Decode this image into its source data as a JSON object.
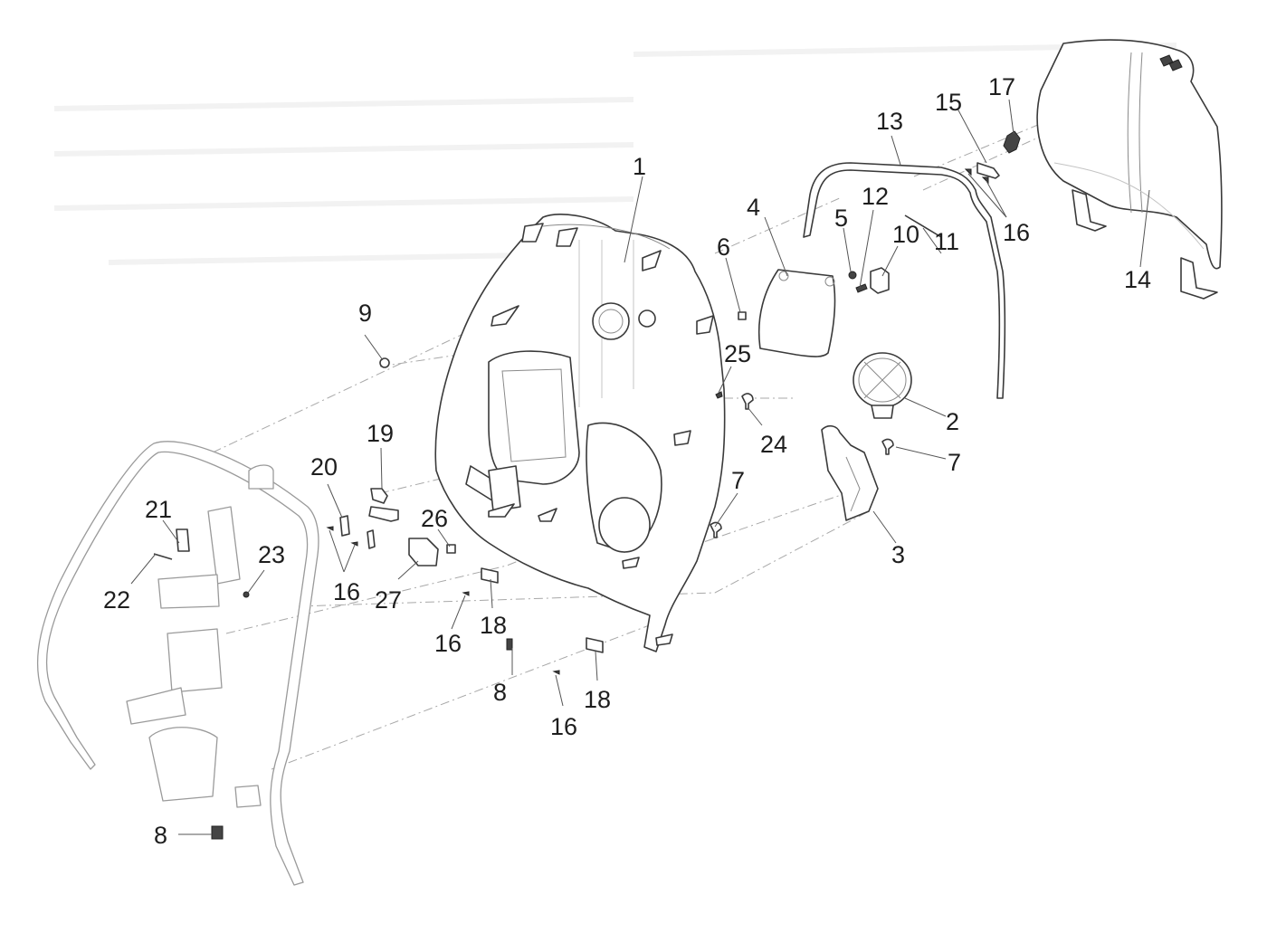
{
  "diagram": {
    "title": "Exploded parts view - front shield / leg shield assembly",
    "callouts": [
      {
        "id": "c1",
        "label": "1",
        "part": "rear-leg-shield"
      },
      {
        "id": "c2",
        "label": "2",
        "part": "round-grille-cover"
      },
      {
        "id": "c3",
        "label": "3",
        "part": "glove-box-compartment"
      },
      {
        "id": "c4",
        "label": "4",
        "part": "storage-lid"
      },
      {
        "id": "c5",
        "label": "5",
        "part": "nut"
      },
      {
        "id": "c6",
        "label": "6",
        "part": "clip-nut"
      },
      {
        "id": "c7a",
        "label": "7",
        "part": "screw"
      },
      {
        "id": "c7b",
        "label": "7",
        "part": "screw"
      },
      {
        "id": "c8a",
        "label": "8",
        "part": "spring-clip"
      },
      {
        "id": "c8b",
        "label": "8",
        "part": "spring-clip"
      },
      {
        "id": "c9",
        "label": "9",
        "part": "nut"
      },
      {
        "id": "c10",
        "label": "10",
        "part": "lid-lock"
      },
      {
        "id": "c11",
        "label": "11",
        "part": "pin"
      },
      {
        "id": "c12",
        "label": "12",
        "part": "spring"
      },
      {
        "id": "c13",
        "label": "13",
        "part": "edge-trim"
      },
      {
        "id": "c14",
        "label": "14",
        "part": "front-shield"
      },
      {
        "id": "c15",
        "label": "15",
        "part": "bracket"
      },
      {
        "id": "c16a",
        "label": "16",
        "part": "screw"
      },
      {
        "id": "c16b",
        "label": "16",
        "part": "screw"
      },
      {
        "id": "c16c",
        "label": "16",
        "part": "screw"
      },
      {
        "id": "c16d",
        "label": "16",
        "part": "screw"
      },
      {
        "id": "c17",
        "label": "17",
        "part": "lock-cylinder"
      },
      {
        "id": "c18a",
        "label": "18",
        "part": "clip"
      },
      {
        "id": "c18b",
        "label": "18",
        "part": "clip"
      },
      {
        "id": "c19",
        "label": "19",
        "part": "bracket"
      },
      {
        "id": "c20",
        "label": "20",
        "part": "clip"
      },
      {
        "id": "c21",
        "label": "21",
        "part": "hook"
      },
      {
        "id": "c22",
        "label": "22",
        "part": "screw"
      },
      {
        "id": "c23",
        "label": "23",
        "part": "nut"
      },
      {
        "id": "c24",
        "label": "24",
        "part": "screw"
      },
      {
        "id": "c25",
        "label": "25",
        "part": "screw"
      },
      {
        "id": "c26",
        "label": "26",
        "part": "nut"
      },
      {
        "id": "c27",
        "label": "27",
        "part": "plate"
      }
    ]
  }
}
